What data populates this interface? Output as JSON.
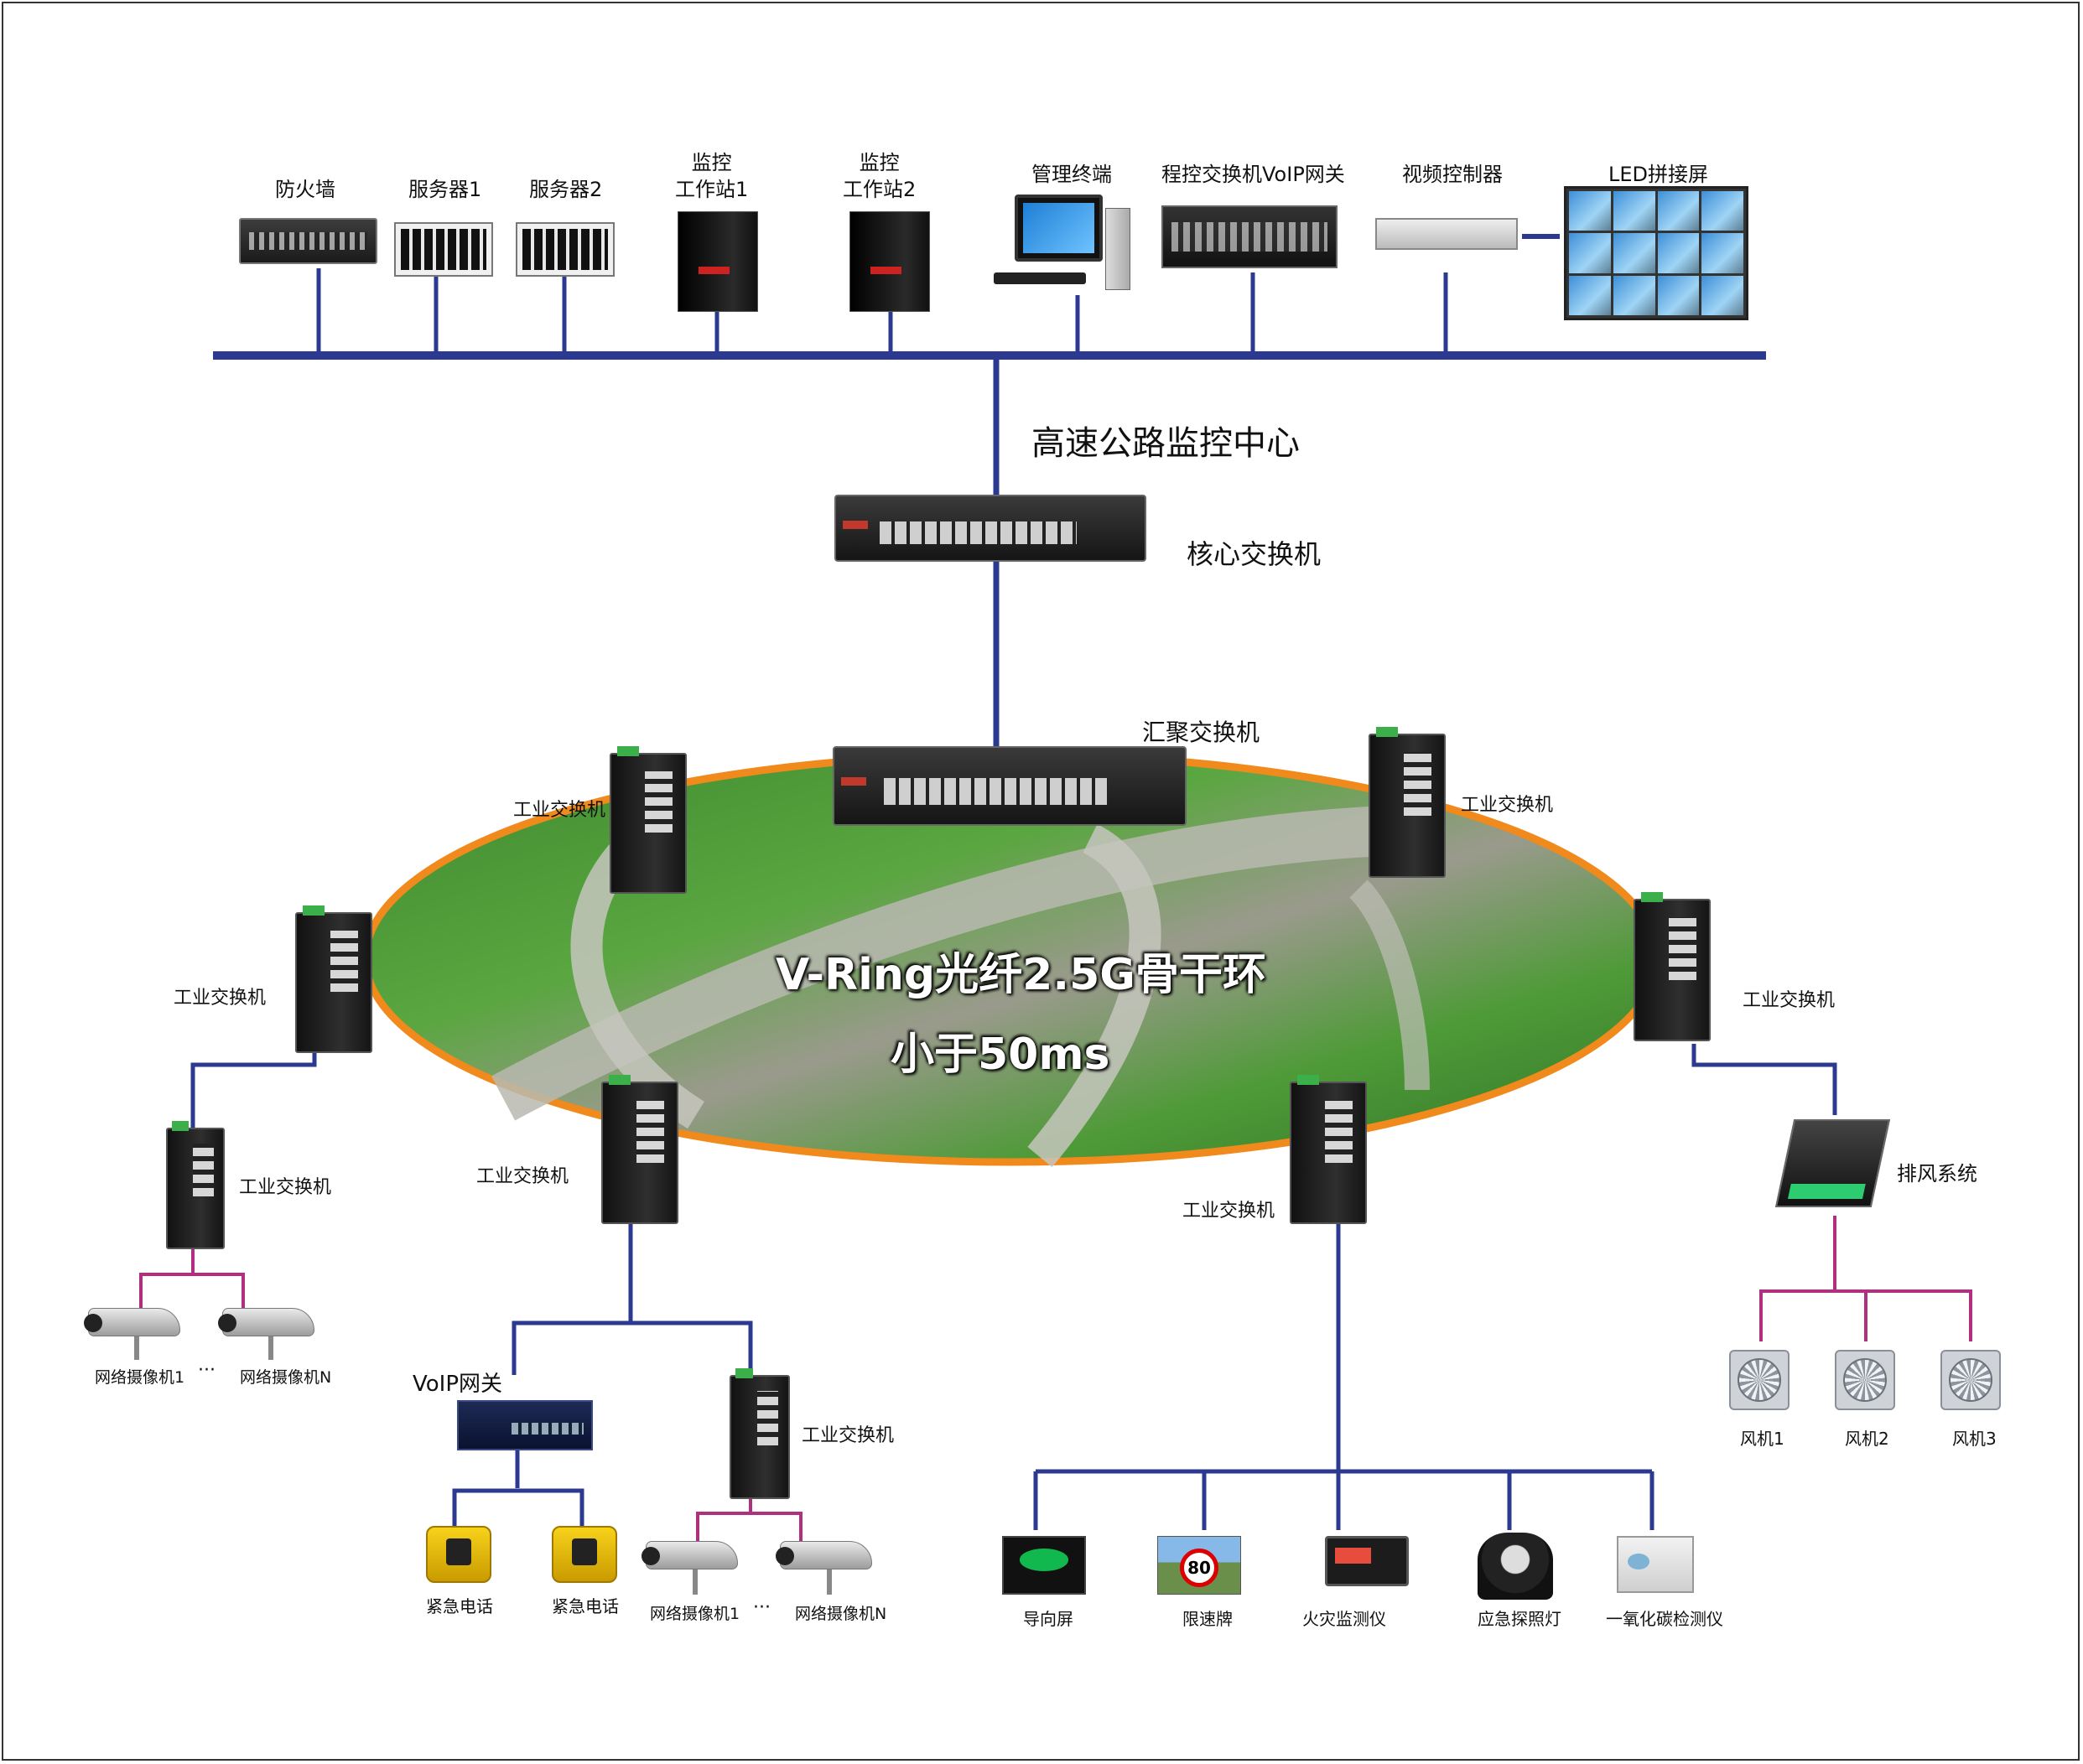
{
  "center": {
    "devices": [
      {
        "label": "防火墙"
      },
      {
        "label": "服务器1"
      },
      {
        "label": "服务器2"
      },
      {
        "label": "监控\n工作站1"
      },
      {
        "label": "监控\n工作站2"
      },
      {
        "label": "管理终端"
      },
      {
        "label": "程控交换机VoIP网关"
      },
      {
        "label": "视频控制器"
      },
      {
        "label": "LED拼接屏"
      }
    ],
    "title": "高速公路监控中心"
  },
  "core_switch": {
    "label": "核心交换机"
  },
  "agg_switch": {
    "label": "汇聚交换机"
  },
  "ring": {
    "line1": "V-Ring光纤2.5G骨干环",
    "line2": "小于50ms",
    "ring_color": "#f08a1c"
  },
  "industrial_switch_label": "工业交换机",
  "left_branch": {
    "cameras": [
      "网络摄像机1",
      "网络摄像机N"
    ],
    "ellipsis": "···"
  },
  "middle_branch": {
    "voip_gateway": "VoIP网关",
    "phones": [
      "紧急电话",
      "紧急电话"
    ],
    "cameras": [
      "网络摄像机1",
      "网络摄像机N"
    ],
    "ellipsis": "···"
  },
  "right_branch": {
    "devices": [
      "导向屏",
      "限速牌",
      "火灾监测仪",
      "应急探照灯",
      "一氧化碳检测仪"
    ],
    "speed_limit_value": "80"
  },
  "ventilation": {
    "label": "排风系统",
    "fans": [
      "风机1",
      "风机2",
      "风机3"
    ]
  },
  "colors": {
    "backbone": "#2b3990",
    "camera_link": "#b0307f",
    "ring": "#f08a1c"
  }
}
